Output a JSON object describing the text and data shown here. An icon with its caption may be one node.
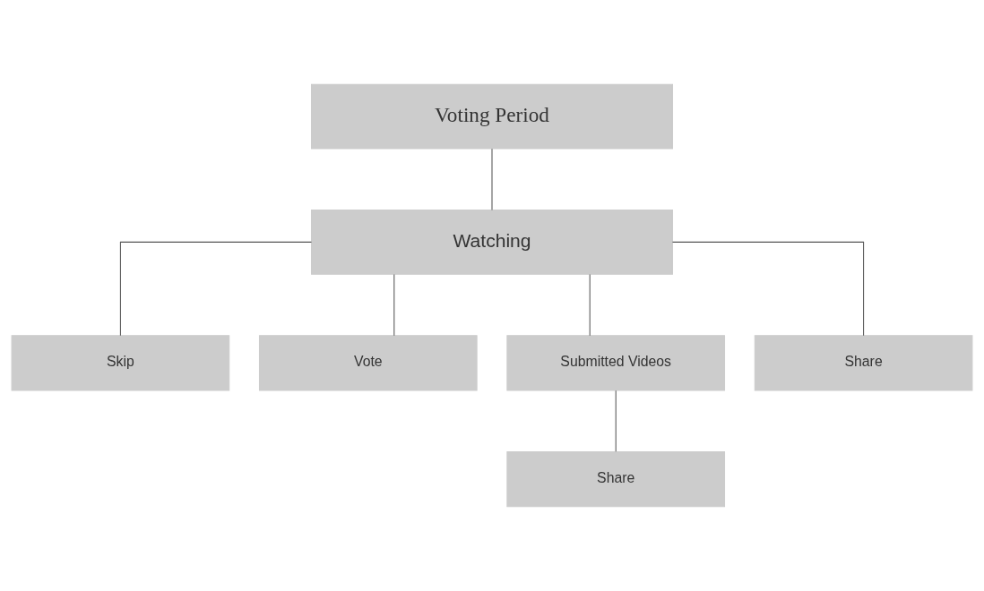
{
  "diagram": {
    "nodes": [
      {
        "text": [
          "Voting Period"
        ]
      },
      {
        "text": [
          "Watching"
        ]
      },
      {
        "text": [
          "Skip"
        ]
      },
      {
        "text": [
          "Vote"
        ]
      },
      {
        "text": [
          "Submitted Videos"
        ]
      },
      {
        "text": [
          "Share"
        ]
      },
      {
        "text": [
          "Share"
        ]
      }
    ],
    "edges": [
      {
        "from": 0,
        "to": 1,
        "arrow": "none"
      },
      {
        "from": 1,
        "to": 2,
        "arrow": "none"
      },
      {
        "from": 1,
        "to": 3,
        "arrow": "none"
      },
      {
        "from": 1,
        "to": 4,
        "arrow": "none"
      },
      {
        "from": 1,
        "to": 5,
        "arrow": "none"
      },
      {
        "from": 4,
        "to": 6,
        "arrow": "none"
      }
    ]
  }
}
